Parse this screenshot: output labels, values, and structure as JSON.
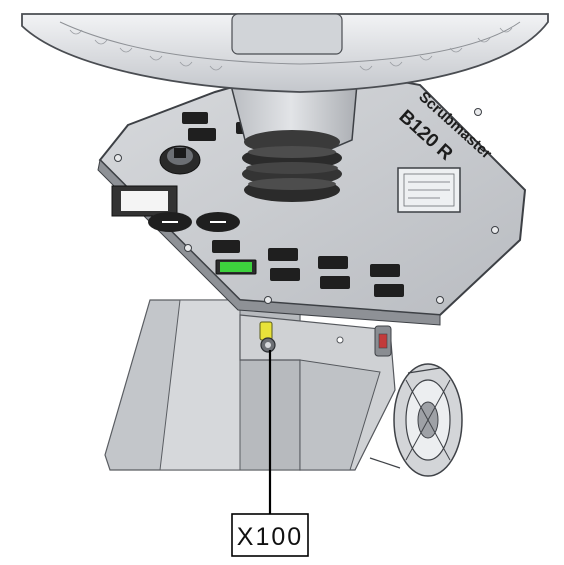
{
  "panel": {
    "brand": "Scrubmaster",
    "model": "B120 R"
  },
  "callout": {
    "label": "X100"
  },
  "colors": {
    "panel_fill": "#c9ccd1",
    "panel_edge": "#4a4d52",
    "wheel": "#dcdfe3",
    "bellows": "#2b2b2b",
    "connector": "#e8e23a",
    "indicator_green": "#3dd13d",
    "callout_line": "#000000"
  }
}
